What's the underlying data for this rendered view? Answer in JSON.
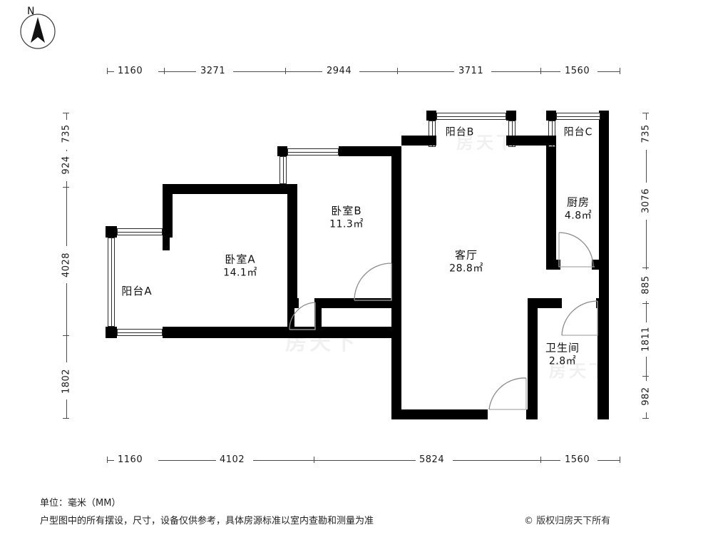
{
  "compass": {
    "label": "N",
    "name": "north-arrow"
  },
  "units": {
    "unit_note": "单位：毫米（MM）",
    "disclaimer": "户型图中的所有摆设，尺寸，设备仅供参考，具体房源标准以室内查勘和测量为准",
    "copyright": "© 版权归房天下所有"
  },
  "dimensions": {
    "top": [
      "1160",
      "3271",
      "2944",
      "3711",
      "1560"
    ],
    "bottom": [
      "1160",
      "4102",
      "5824",
      "1560"
    ],
    "left": [
      "735",
      "924",
      "4028",
      "1802"
    ],
    "right": [
      "735",
      "3076",
      "885",
      "1811",
      "982"
    ]
  },
  "rooms": [
    {
      "id": "balcony-a",
      "name": "阳台A",
      "area": ""
    },
    {
      "id": "bedroom-a",
      "name": "卧室A",
      "area": "14.1㎡"
    },
    {
      "id": "bedroom-b",
      "name": "卧室B",
      "area": "11.3㎡"
    },
    {
      "id": "balcony-b",
      "name": "阳台B",
      "area": ""
    },
    {
      "id": "balcony-c",
      "name": "阳台C",
      "area": ""
    },
    {
      "id": "kitchen",
      "name": "厨房",
      "area": "4.8㎡"
    },
    {
      "id": "living-room",
      "name": "客厅",
      "area": "28.8㎡"
    },
    {
      "id": "bathroom",
      "name": "卫生间",
      "area": "2.8㎡"
    }
  ],
  "colors": {
    "wall": "#000000",
    "dimension": "#4d4d4d",
    "text": "#1a1a1a",
    "background": "#ffffff"
  }
}
